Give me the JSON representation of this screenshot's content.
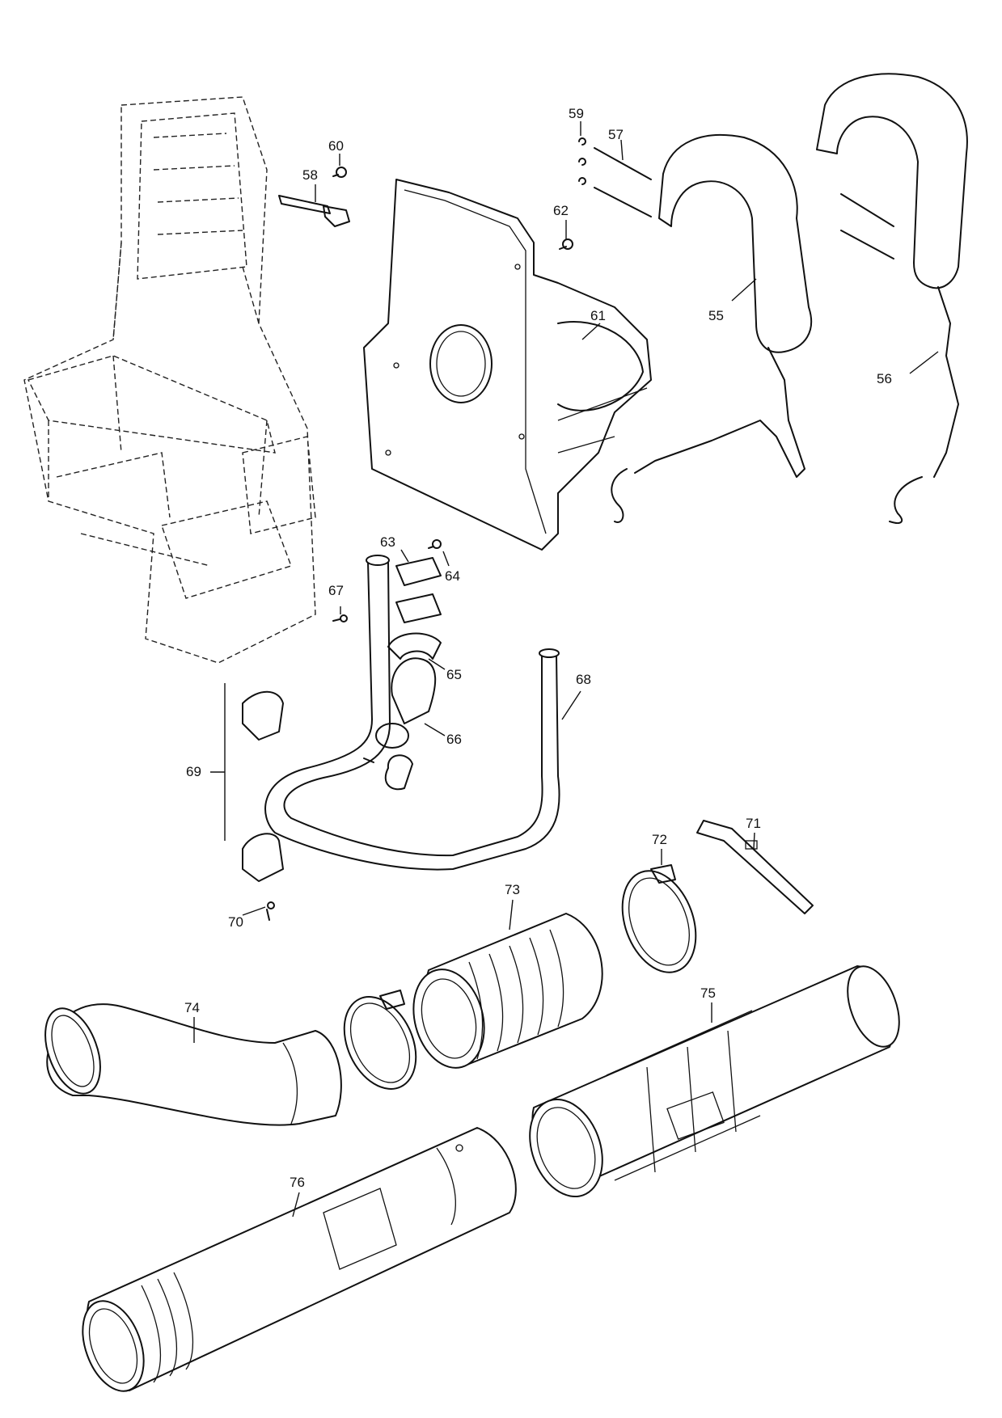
{
  "callouts": [
    {
      "id": "c55",
      "text": "55"
    },
    {
      "id": "c56",
      "text": "56"
    },
    {
      "id": "c57",
      "text": "57"
    },
    {
      "id": "c58",
      "text": "58"
    },
    {
      "id": "c59",
      "text": "59"
    },
    {
      "id": "c60",
      "text": "60"
    },
    {
      "id": "c61",
      "text": "61"
    },
    {
      "id": "c62",
      "text": "62"
    },
    {
      "id": "c63",
      "text": "63"
    },
    {
      "id": "c64",
      "text": "64"
    },
    {
      "id": "c65",
      "text": "65"
    },
    {
      "id": "c66",
      "text": "66"
    },
    {
      "id": "c67",
      "text": "67"
    },
    {
      "id": "c68",
      "text": "68"
    },
    {
      "id": "c69",
      "text": "69"
    },
    {
      "id": "c70",
      "text": "70"
    },
    {
      "id": "c71",
      "text": "71"
    },
    {
      "id": "c72",
      "text": "72"
    },
    {
      "id": "c73",
      "text": "73"
    },
    {
      "id": "c74",
      "text": "74"
    },
    {
      "id": "c75",
      "text": "75"
    },
    {
      "id": "c76",
      "text": "76"
    }
  ]
}
